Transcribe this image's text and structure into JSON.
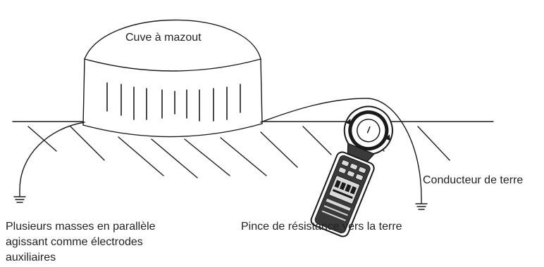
{
  "labels": {
    "tank": "Cuve à mazout",
    "ground_conductor": "Conducteur de terre",
    "clamp": "Pince de résistance vers la terre",
    "masses_line1": "Plusieurs masses en parallèle",
    "masses_line2": "agissant comme électrodes",
    "masses_line3": "auxiliaires"
  },
  "colors": {
    "line": "#1a1a1a",
    "device_dark": "#3a3a3a",
    "device_light": "#d9d9d9"
  }
}
